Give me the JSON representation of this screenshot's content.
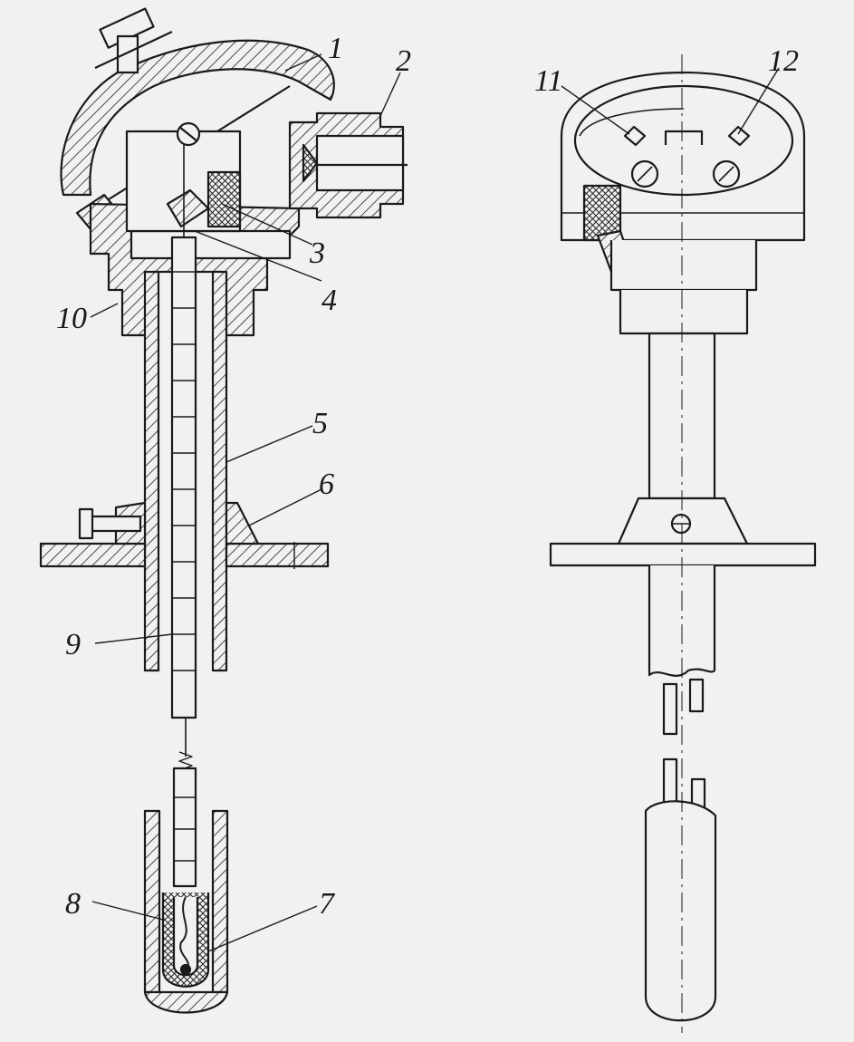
{
  "diagram": {
    "colors": {
      "ink": "#1a1a1a",
      "paper": "#f1f1f1",
      "hatch": "#222222"
    },
    "callouts": [
      {
        "id": "1",
        "label": "1"
      },
      {
        "id": "2",
        "label": "2"
      },
      {
        "id": "3",
        "label": "3"
      },
      {
        "id": "4",
        "label": "4"
      },
      {
        "id": "5",
        "label": "5"
      },
      {
        "id": "6",
        "label": "6"
      },
      {
        "id": "7",
        "label": "7"
      },
      {
        "id": "8",
        "label": "8"
      },
      {
        "id": "9",
        "label": "9"
      },
      {
        "id": "10",
        "label": "10"
      },
      {
        "id": "11",
        "label": "11"
      },
      {
        "id": "12",
        "label": "12"
      }
    ]
  }
}
